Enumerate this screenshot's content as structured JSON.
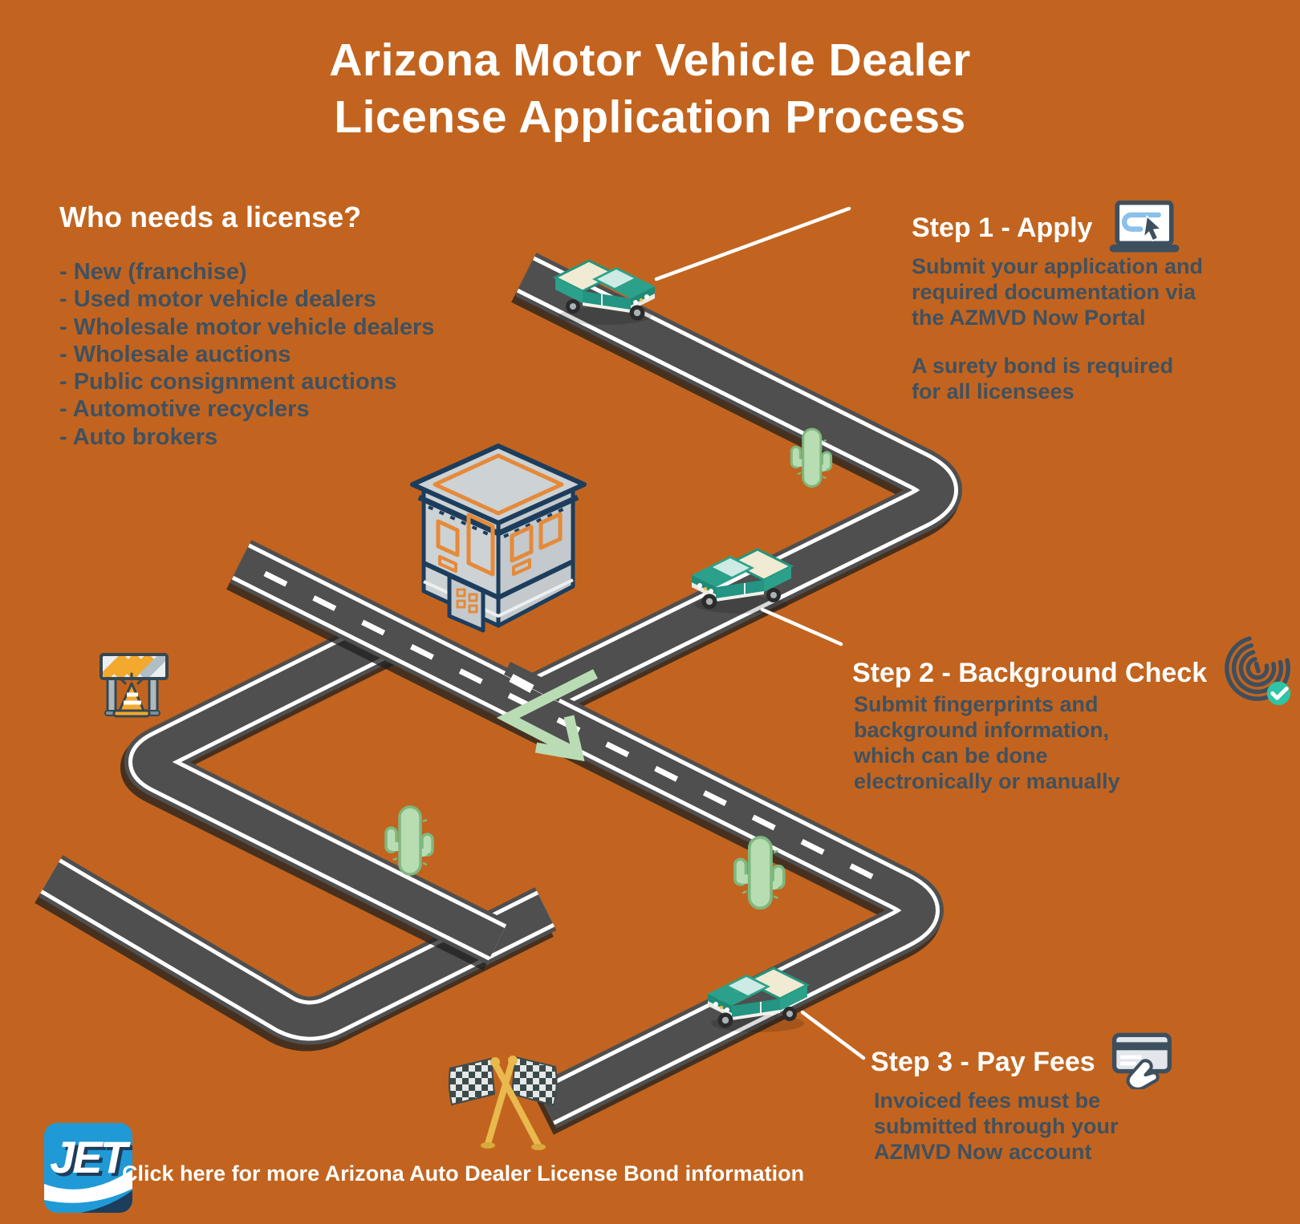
{
  "title": {
    "lines": [
      "Arizona Motor Vehicle Dealer",
      "License Application Process"
    ]
  },
  "who_needs": {
    "heading": "Who needs a license?",
    "items": [
      "- New (franchise)",
      "- Used motor vehicle dealers",
      "- Wholesale motor vehicle dealers",
      "- Wholesale auctions",
      "- Public consignment auctions",
      "- Automotive recyclers",
      "- Auto brokers"
    ]
  },
  "steps": [
    {
      "heading": "Step 1 - Apply",
      "icon": "laptop-click-icon",
      "body1": [
        "Submit your application and",
        "required documentation via",
        "the AZMVD Now Portal"
      ],
      "body2": [
        "A surety bond is required",
        "for all licensees"
      ]
    },
    {
      "heading": "Step 2 - Background Check",
      "icon": "fingerprint-check-icon",
      "body1": [
        "Submit fingerprints and",
        "background information,",
        "which can be done",
        "electronically or manually"
      ],
      "body2": []
    },
    {
      "heading": "Step 3 - Pay Fees",
      "icon": "credit-card-pay-icon",
      "body1": [
        "Invoiced fees must be",
        "submitted through your",
        "AZMVD Now account"
      ],
      "body2": []
    }
  ],
  "footer": {
    "logo_text": "JET",
    "link_text": "Click here for more Arizona Auto Dealer License Bond information"
  },
  "illustration": {
    "icons": [
      "pickup-truck-icon",
      "cactus-icon",
      "dealership-building-icon",
      "construction-barrier-icon",
      "checkered-flags-icon",
      "route-arrow-icon"
    ]
  },
  "colors": {
    "background": "#c2641f",
    "text_dark": "#3f5160",
    "road_gray": "#4f4f4f",
    "truck_teal": "#2ba18b",
    "accent_orange": "#e58a3a",
    "check_teal": "#2ec4a5",
    "jet_blue": "#1f9ad6",
    "navy": "#1d3d5c",
    "arrow_green": "#b9dcb4",
    "flag_gold": "#e9b94d"
  }
}
